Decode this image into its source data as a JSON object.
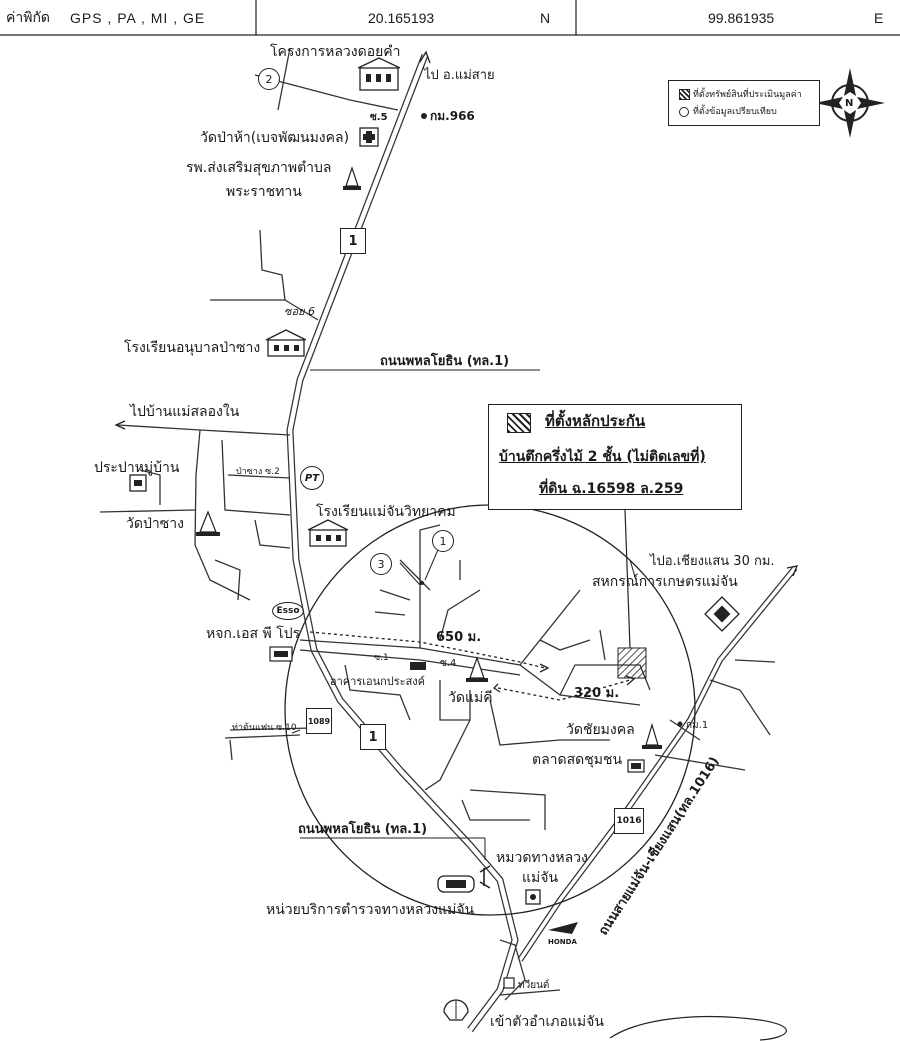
{
  "header": {
    "coord_label": "ค่าพิกัด",
    "coord_systems": "GPS , PA , MI , GE",
    "latitude": "20.165193",
    "lat_dir": "N",
    "longitude": "99.861935",
    "lon_dir": "E"
  },
  "legend": {
    "subject_asset": "ที่ตั้งทรัพย์สินที่ประเมินมูลค่า",
    "comparable": "ที่ตั้งข้อมูลเปรียบเทียบ"
  },
  "compass": {
    "north": "N"
  },
  "collateral_box": {
    "title": "ที่ตั้งหลักประกัน",
    "building": "บ้านตึกครึ่งไม้ 2 ชั้น (ไม่ติดเลขที่)",
    "deed": "ที่ดิน ฉ.16598 ล.259"
  },
  "places": {
    "doi_kham": "โครงการหลวงดอยคำ",
    "to_mae_sai": "ไป อ.แม่สาย",
    "soi5": "ซ.5",
    "km966": "กม.966",
    "wat_pa_ha": "วัดป่าห้า(เบจพัฒนมงคล)",
    "hospital_1": "รพ.ส่งเสริมสุขภาพตำบล",
    "hospital_2": "พระราชทาน",
    "soi6": "ซอย 6",
    "kindergarten": "โรงเรียนอนุบาลป่าซาง",
    "phahon_1": "ถนนพหลโยธิน (ทล.1)",
    "to_mae_salong": "ไปบ้านแม่สลองใน",
    "water_supply": "ประปาหมู่บ้าน",
    "pa_sang_soi2": "ป่าซาง ซ.2",
    "wat_pa_sang": "วัดป่าซาง",
    "school": "โรงเรียนแม่จันวิทยาคม",
    "esso": "Esso",
    "sp_part": "หจก.เอส พี โปร",
    "soi1": "ซ.1",
    "soi4": "ซ.4",
    "building_multi": "อาคารเอนกประสงค์",
    "dist_650": "650 ม.",
    "wat_mae_kee": "วัดแม่คี",
    "dist_320": "320 ม.",
    "to_chiang_saen": "ไปอ.เชียงแสน 30 กม.",
    "coop": "สหกรณ์การเกษตรแม่จัน",
    "tha_ton_soi10": "ท่าต้นแฟน ซ.10",
    "wat_chai": "วัดชัยมงคล",
    "km1": "กม.1",
    "market": "ตลาดสดชุมชน",
    "phahon_2": "ถนนพหลโยธิน (ทล.1)",
    "highway_dist": "หมวดทางหลวง",
    "mae_chan": "แม่จัน",
    "police": "หน่วยบริการตำรวจทางหลวงแม่จัน",
    "road_1016": "ถนนสายแม่จัน-เชียงแสน(ทล.1016)",
    "honda": "HONDA",
    "tawee": "ทวียนต์",
    "to_town": "เข้าตัวอำเภอแม่จัน"
  },
  "shields": {
    "h1_top": "1",
    "h1_mid": "1",
    "h1089": "1089",
    "h1016": "1016",
    "pt": "PT"
  },
  "markers": {
    "m1": "1",
    "m2": "2",
    "m3": "3"
  }
}
